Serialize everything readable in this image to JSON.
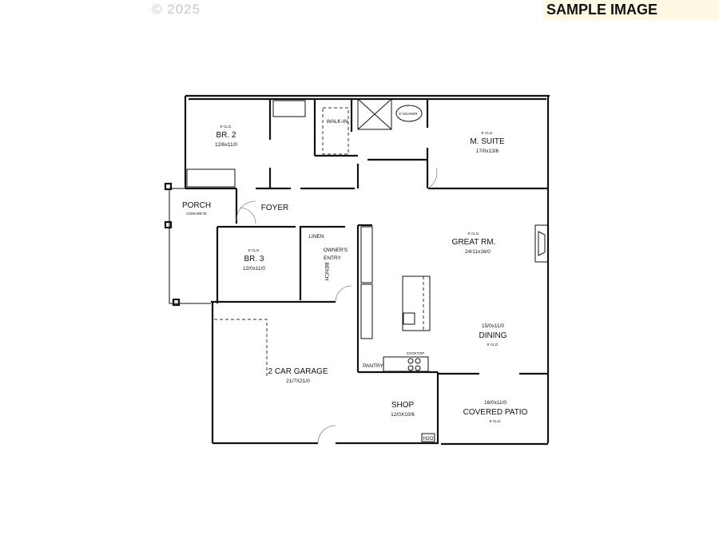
{
  "watermark": {
    "copyright": "© 2025",
    "sample_label": "SAMPLE IMAGE",
    "sample_bg": "#fdf9e3"
  },
  "rooms": {
    "br2": {
      "ceiling": "9' CLG.",
      "name": "BR. 2",
      "size": "12/6x11/0"
    },
    "walk_in": {
      "name": "WALK-IN"
    },
    "soaker": {
      "name": "6' SOAKER"
    },
    "m_suite": {
      "ceiling": "9' CLG.",
      "name": "M. SUITE",
      "size": "17/0x13/6"
    },
    "porch": {
      "name": "PORCH",
      "material": "CONCRETE"
    },
    "foyer": {
      "name": "FOYER"
    },
    "linen": {
      "name": "LINEN"
    },
    "owners_entry": {
      "line1": "OWNER'S",
      "line2": "ENTRY"
    },
    "bench": {
      "name": "BENCH"
    },
    "br3": {
      "ceiling": "9' CLG.",
      "name": "BR. 3",
      "size": "12/0x11/0"
    },
    "great_rm": {
      "ceiling": "9' CLG.",
      "name": "GREAT RM.",
      "size": "24/11x16/0"
    },
    "dining": {
      "size": "15/0x11/0",
      "name": "DINING",
      "ceiling": "9' CLG."
    },
    "pantry": {
      "name": "PANTRY"
    },
    "cooktop": {
      "name": "COOKTOP"
    },
    "garage": {
      "name": "2 CAR GARAGE",
      "size": "21/7X21/0"
    },
    "shop": {
      "name": "SHOP",
      "size": "12/0X10/6"
    },
    "patio": {
      "size": "16/0x11/0",
      "name": "COVERED PATIO",
      "ceiling": "9' CLG."
    },
    "h2o": {
      "name": "H2O"
    }
  }
}
